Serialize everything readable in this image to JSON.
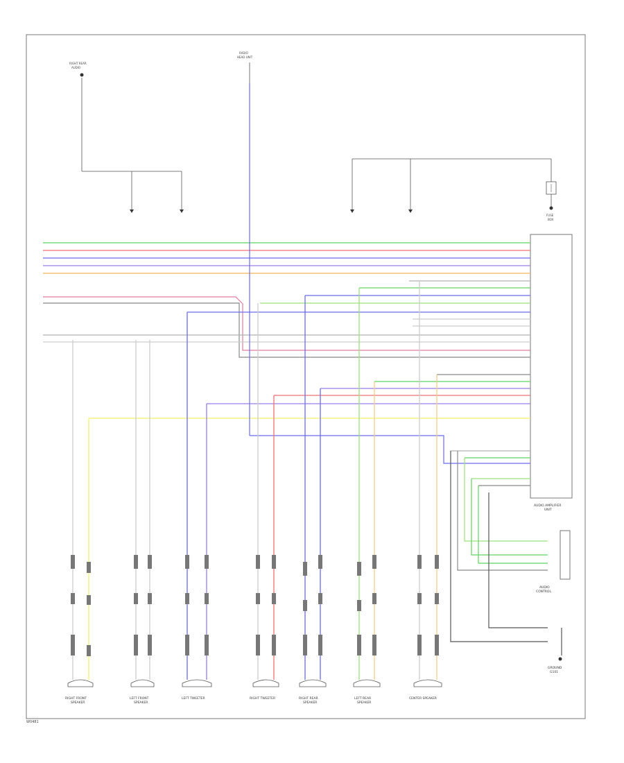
{
  "diagram": {
    "top_labels": {
      "left_source": [
        "RIGHT REAR",
        "AUDIO"
      ],
      "center_source": [
        "RADIO",
        "HEAD UNIT"
      ]
    },
    "right_fuse_label": [
      "FUSE",
      "BOX"
    ],
    "unit_labels": {
      "amplifier": [
        "AUDIO AMPLIFIER",
        "UNIT"
      ],
      "module": [
        "AUDIO",
        "CONTROL"
      ],
      "ground": [
        "GROUND",
        "G101"
      ]
    },
    "speakers": [
      {
        "label": [
          "RIGHT FRONT",
          "SPEAKER"
        ]
      },
      {
        "label": [
          "LEFT FRONT",
          "SPEAKER"
        ]
      },
      {
        "label": [
          "LEFT TWEETER",
          ""
        ]
      },
      {
        "label": [
          "RIGHT TWEETER",
          ""
        ]
      },
      {
        "label": [
          "RIGHT REAR",
          "SPEAKER"
        ]
      },
      {
        "label": [
          "LEFT REAR",
          "SPEAKER"
        ]
      },
      {
        "label": [
          "CENTER SPEAKER",
          ""
        ]
      }
    ],
    "footer": "W0481",
    "colors": {
      "green": "#5fd35f",
      "red": "#f07070",
      "blue": "#6a6af5",
      "violet": "#9a7ee8",
      "orange": "#f0b85a",
      "yellow": "#f4f06a",
      "gray": "#b0b0b0",
      "lightgreen": "#9be07a",
      "wire_black": "#555555"
    }
  }
}
